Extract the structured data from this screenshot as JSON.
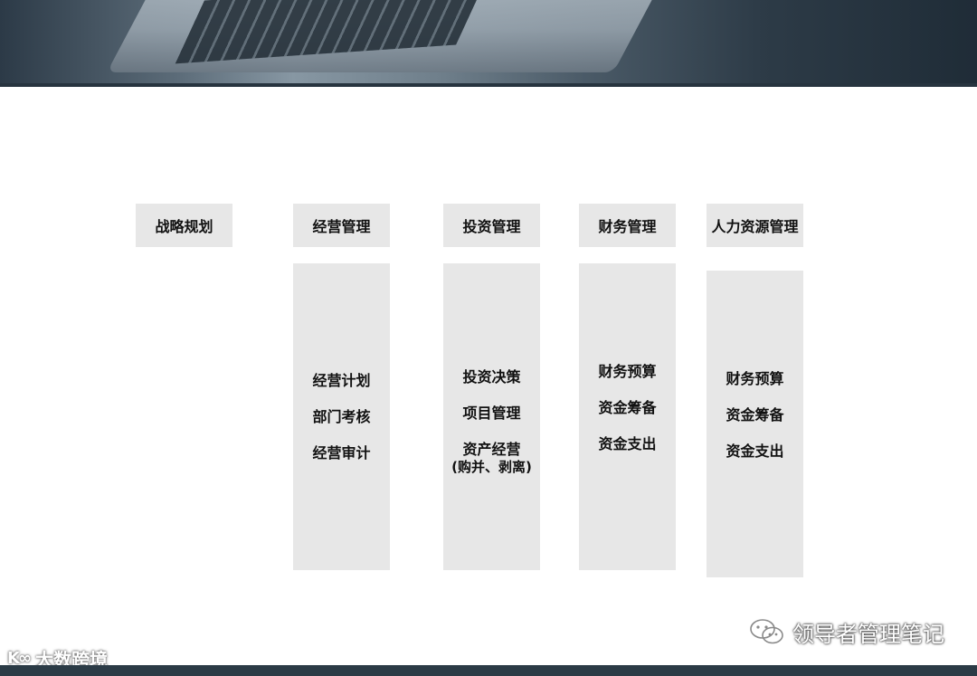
{
  "categories": [
    {
      "title": "战略规划"
    },
    {
      "title": "经营管理",
      "items": [
        "经营计划",
        "部门考核",
        "经营审计"
      ]
    },
    {
      "title": "投资管理",
      "items": [
        "投资决策",
        "项目管理",
        "资产经营"
      ],
      "note": "(购并、剥离)"
    },
    {
      "title": "财务管理",
      "items": [
        "财务预算",
        "资金筹备",
        "资金支出"
      ]
    },
    {
      "title": "人力资源管理",
      "items": [
        "财务预算",
        "资金筹备",
        "资金支出"
      ]
    }
  ],
  "watermarks": {
    "left_logo": "K∞",
    "left_text": "大数跨境",
    "right_text": "领导者管理笔记"
  },
  "colors": {
    "box": "#e7e7e7",
    "banner": "#2c3a47",
    "footer": "#2b3b46"
  }
}
